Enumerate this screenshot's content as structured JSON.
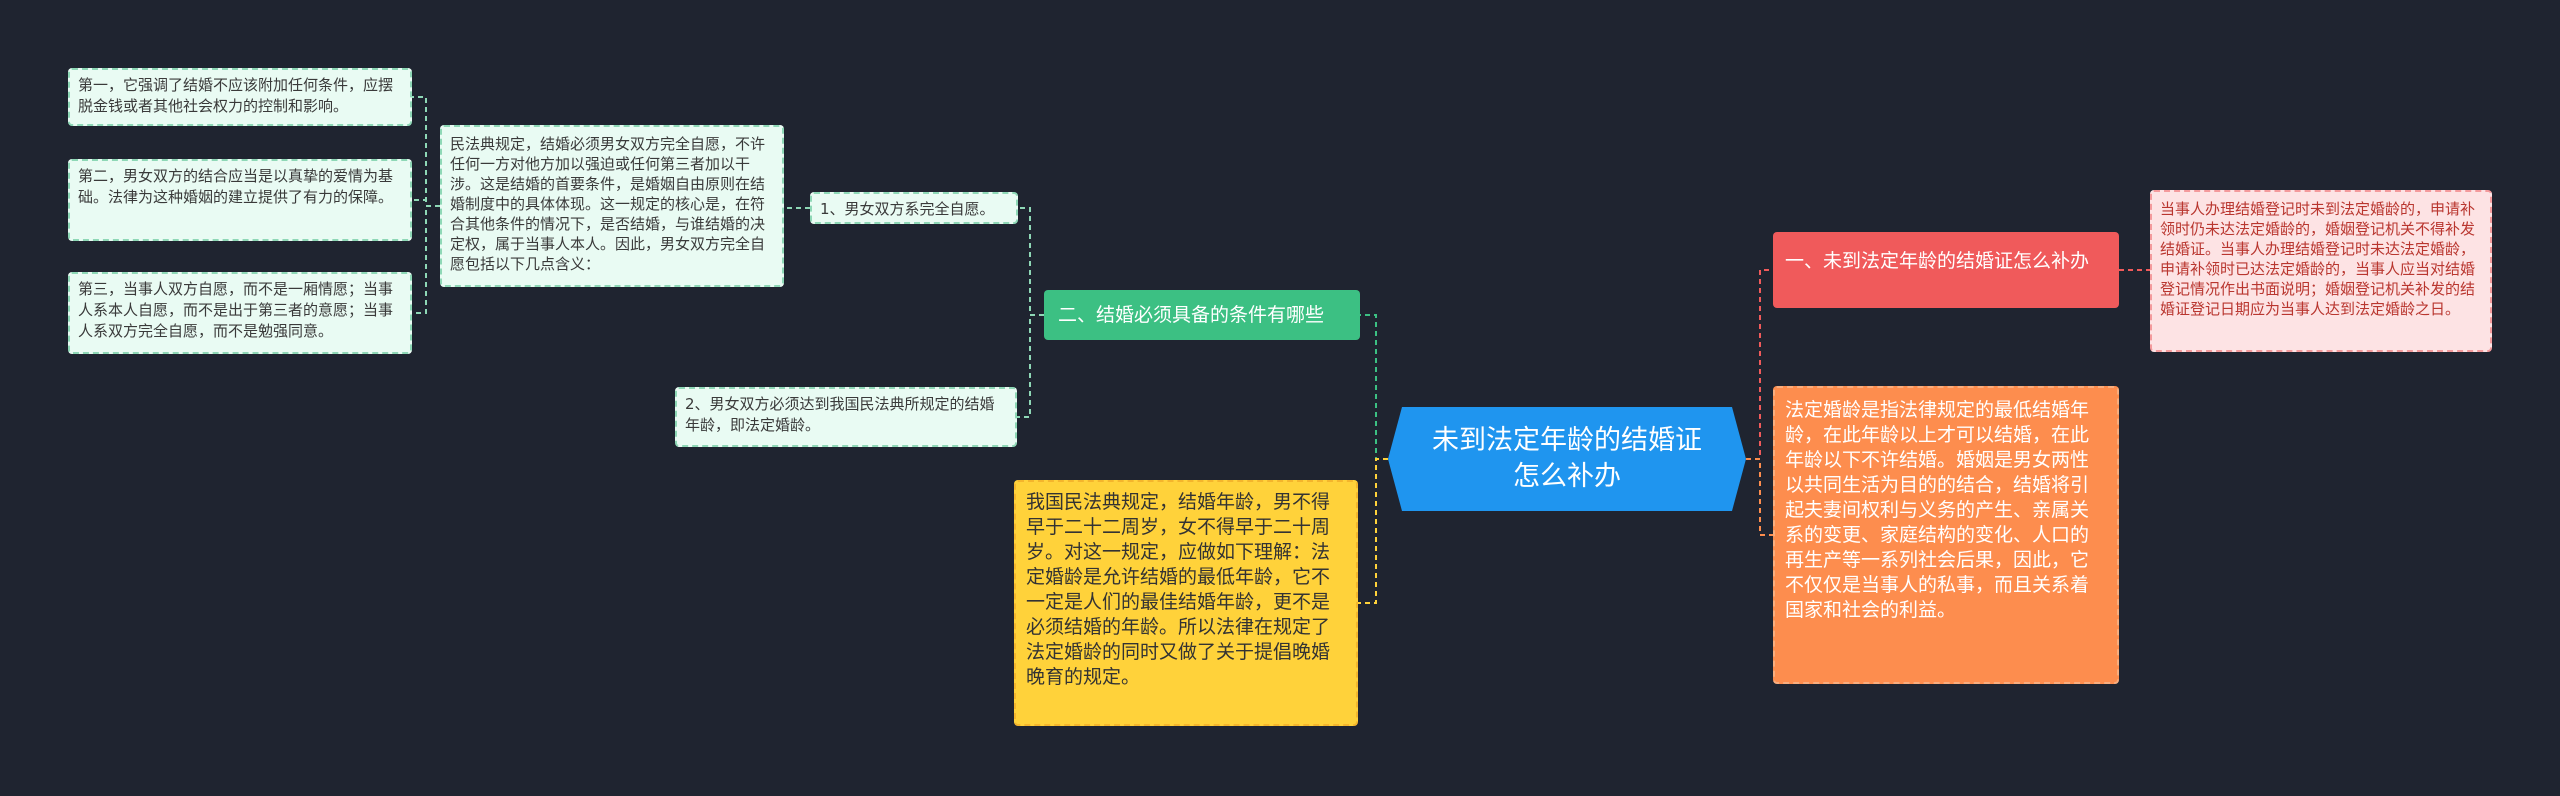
{
  "root": {
    "title": "未到法定年龄的结婚证怎么补办"
  },
  "branches": {
    "right_top": {
      "label": "一、未到法定年龄的结婚证怎么补办"
    },
    "right_top_detail": {
      "text": "当事人办理结婚登记时未到法定婚龄的，申请补领时仍未达法定婚龄的，婚姻登记机关不得补发结婚证。当事人办理结婚登记时未达法定婚龄，申请补领时已达法定婚龄的，当事人应当对结婚登记情况作出书面说明；婚姻登记机关补发的结婚证登记日期应为当事人达到法定婚龄之日。"
    },
    "right_bottom": {
      "text": "法定婚龄是指法律规定的最低结婚年龄，在此年龄以上才可以结婚，在此年龄以下不许结婚。婚姻是男女两性以共同生活为目的的结合，结婚将引起夫妻间权利与义务的产生、亲属关系的变更、家庭结构的变化、人口的再生产等一系列社会后果，因此，它不仅仅是当事人的私事，而且关系着国家和社会的利益。"
    },
    "left_top": {
      "label": "二、结婚必须具备的条件有哪些"
    },
    "left_bottom": {
      "text": "我国民法典规定，结婚年龄，男不得早于二十二周岁，女不得早于二十周岁。对这一规定，应做如下理解：法定婚龄是允许结婚的最低年龄，它不一定是人们的最佳结婚年龄，更不是必须结婚的年龄。所以法律在规定了法定婚龄的同时又做了关于提倡晚婚晚育的规定。"
    }
  },
  "conditions": {
    "c1": {
      "label": "1、男女双方系完全自愿。"
    },
    "c2": {
      "label": "2、男女双方必须达到我国民法典所规定的结婚年龄，即法定婚龄。"
    },
    "c1_detail": {
      "text": "民法典规定，结婚必须男女双方完全自愿，不许任何一方对他方加以强迫或任何第三者加以干涉。这是结婚的首要条件，是婚姻自由原则在结婚制度中的具体体现。这一规定的核心是，在符合其他条件的情况下，是否结婚，与谁结婚的决定权，属于当事人本人。因此，男女双方完全自愿包括以下几点含义："
    },
    "points": [
      "第一，它强调了结婚不应该附加任何条件，应摆脱金钱或者其他社会权力的控制和影响。",
      "第二，男女双方的结合应当是以真挚的爱情为基础。法律为这种婚姻的建立提供了有力的保障。",
      "第三，当事人双方自愿，而不是一厢情愿；当事人系本人自愿，而不是出于第三者的意愿；当事人系双方完全自愿，而不是勉强同意。"
    ]
  },
  "colors": {
    "background": "#1f2430",
    "root": "#1f95ef",
    "red": "#f05a5b",
    "orange": "#fd8d4e",
    "green": "#3cc083",
    "yellow": "#ffd23a",
    "leaf": "#e9fbf3"
  }
}
